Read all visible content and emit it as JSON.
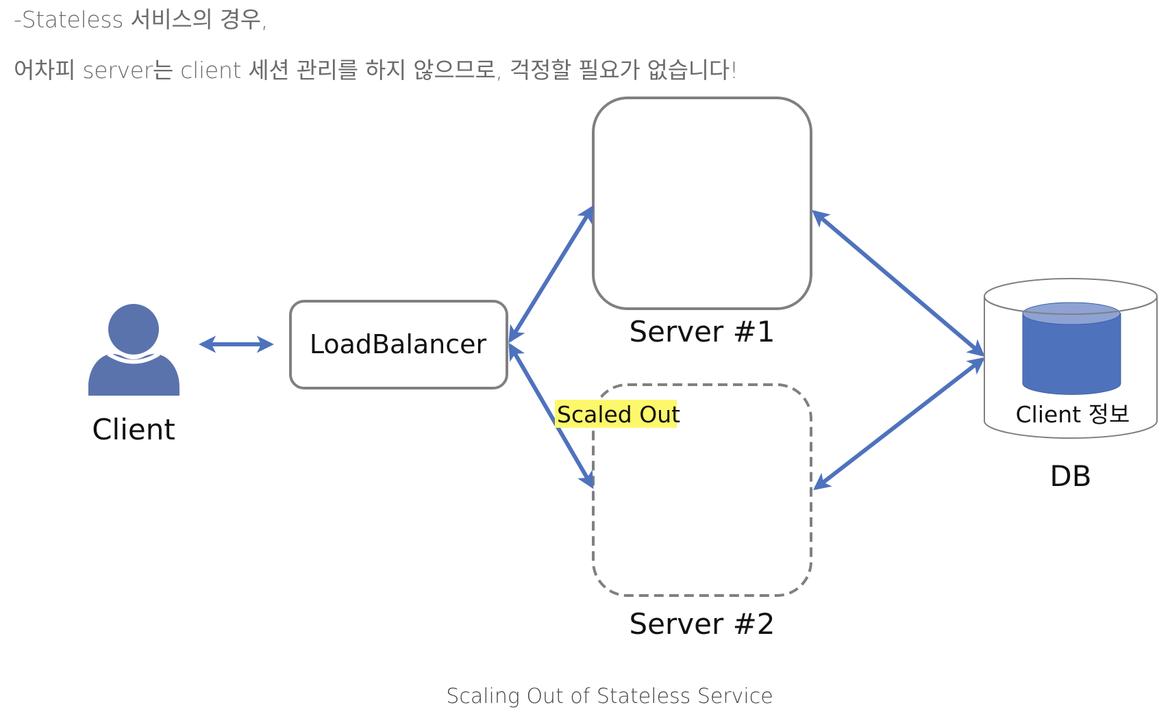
{
  "text": {
    "line1": "-Stateless 서비스의 경우,",
    "line2": "어차피 server는 client 세션 관리를 하지 않으므로, 걱정할 필요가 없습니다!"
  },
  "diagram": {
    "client_label": "Client",
    "loadbalancer_label": "LoadBalancer",
    "server1_label": "Server #1",
    "server2_label": "Server #2",
    "scaled_out_label": "Scaled Out",
    "db_inner_label": "Client 정보",
    "db_label": "DB",
    "colors": {
      "arrow": "#4f72bd",
      "person": "#5a73ad",
      "box_border": "#808080",
      "highlight": "#fdf86b",
      "db_cylinder": "#4f72bd",
      "db_cylinder_top": "#8ea3d3"
    }
  },
  "caption": "Scaling Out of Stateless Service"
}
